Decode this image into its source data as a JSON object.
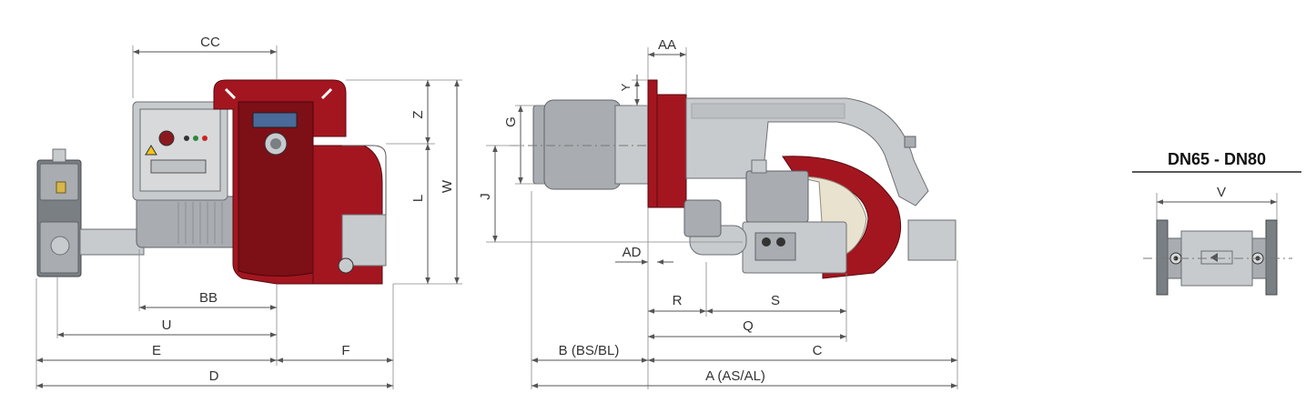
{
  "views": {
    "front": {
      "dims": {
        "cc": "CC",
        "z": "Z",
        "l": "L",
        "w": "W",
        "bb": "BB",
        "u": "U",
        "e": "E",
        "f": "F",
        "d": "D"
      }
    },
    "side": {
      "dims": {
        "aa": "AA",
        "y": "Y",
        "g": "G",
        "j": "J",
        "ad": "AD",
        "r": "R",
        "s": "S",
        "q": "Q",
        "b": "B (BS/BL)",
        "c": "C",
        "a": "A (AS/AL)"
      }
    },
    "flange": {
      "title": "DN65 - DN80",
      "dims": {
        "v": "V"
      }
    }
  },
  "colors": {
    "burner_red": "#a31620",
    "body_grey": "#a9adb1",
    "dimension_line": "#555555"
  }
}
